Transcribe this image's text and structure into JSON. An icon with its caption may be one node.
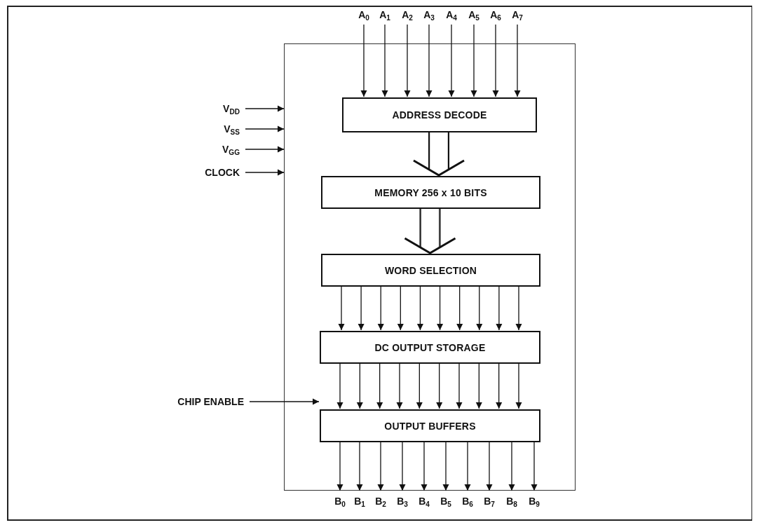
{
  "diagram": {
    "nodes": [
      {
        "text": [
          "A$_{0}$"
        ]
      },
      {
        "text": [
          "A$_{1}$"
        ]
      },
      {
        "text": [
          "A$_{2}$"
        ]
      },
      {
        "text": [
          "A$_{3}$"
        ]
      },
      {
        "text": [
          "A$_{4}$"
        ]
      },
      {
        "text": [
          "A$_{5}$"
        ]
      },
      {
        "text": [
          "A$_{6}$"
        ]
      },
      {
        "text": [
          "A$_{7}$"
        ]
      },
      {
        "text": [
          "V$_{DD}$"
        ]
      },
      {
        "text": [
          "V$_{SS}$"
        ]
      },
      {
        "text": [
          "V$_{GG}$"
        ]
      },
      {
        "text": [
          "CLOCK"
        ]
      },
      {
        "text": [],
        "shape": "box"
      },
      {
        "text": [
          "ADDRESS DECODE"
        ],
        "in": 12
      },
      {
        "text": [
          "MEMORY 256 x 10 BITS"
        ],
        "in": 12
      },
      {
        "text": [
          "WORD SELECTION"
        ],
        "in": 12
      },
      {
        "text": [
          "DC OUTPUT STORAGE"
        ],
        "in": 12
      },
      {
        "text": [
          "CHIP ENABLE"
        ]
      },
      {
        "text": [
          "OUTPUT BUFFERS"
        ],
        "in": 12
      },
      {
        "text": [
          "B$_{0}$"
        ]
      },
      {
        "text": [
          "B$_{1}$"
        ]
      },
      {
        "text": [
          "B$_{2}$"
        ]
      },
      {
        "text": [
          "B$_{3}$"
        ]
      },
      {
        "text": [
          "B$_{4}$"
        ]
      },
      {
        "text": [
          "B$_{5}$"
        ]
      },
      {
        "text": [
          "B$_{6}$"
        ]
      },
      {
        "text": [
          "B$_{7}$"
        ]
      },
      {
        "text": [
          "B$_{8}$"
        ]
      },
      {
        "text": [
          "B$_{9}$"
        ]
      }
    ],
    "edges": [
      {
        "from": 0,
        "to": 13,
        "arrow": "to"
      },
      {
        "from": 1,
        "to": 13,
        "arrow": "to"
      },
      {
        "from": 2,
        "to": 13,
        "arrow": "to"
      },
      {
        "from": 3,
        "to": 13,
        "arrow": "to"
      },
      {
        "from": 4,
        "to": 13,
        "arrow": "to"
      },
      {
        "from": 5,
        "to": 13,
        "arrow": "to"
      },
      {
        "from": 6,
        "to": 13,
        "arrow": "to"
      },
      {
        "from": 7,
        "to": 13,
        "arrow": "to"
      },
      {
        "from": 8,
        "to": 12,
        "arrow": "to"
      },
      {
        "from": 9,
        "to": 12,
        "arrow": "to"
      },
      {
        "from": 10,
        "to": 12,
        "arrow": "to"
      },
      {
        "from": 11,
        "to": 12,
        "arrow": "to"
      },
      {
        "from": 13,
        "to": 14,
        "arrow": "to",
        "style": "thick"
      },
      {
        "from": 14,
        "to": 15,
        "arrow": "to",
        "style": "thick"
      },
      {
        "from": 15,
        "to": 16,
        "arrow": "to"
      },
      {
        "from": 15,
        "to": 16,
        "arrow": "to"
      },
      {
        "from": 15,
        "to": 16,
        "arrow": "to"
      },
      {
        "from": 15,
        "to": 16,
        "arrow": "to"
      },
      {
        "from": 15,
        "to": 16,
        "arrow": "to"
      },
      {
        "from": 15,
        "to": 16,
        "arrow": "to"
      },
      {
        "from": 15,
        "to": 16,
        "arrow": "to"
      },
      {
        "from": 15,
        "to": 16,
        "arrow": "to"
      },
      {
        "from": 15,
        "to": 16,
        "arrow": "to"
      },
      {
        "from": 15,
        "to": 16,
        "arrow": "to"
      },
      {
        "from": 16,
        "to": 18,
        "arrow": "to"
      },
      {
        "from": 16,
        "to": 18,
        "arrow": "to"
      },
      {
        "from": 16,
        "to": 18,
        "arrow": "to"
      },
      {
        "from": 16,
        "to": 18,
        "arrow": "to"
      },
      {
        "from": 16,
        "to": 18,
        "arrow": "to"
      },
      {
        "from": 16,
        "to": 18,
        "arrow": "to"
      },
      {
        "from": 16,
        "to": 18,
        "arrow": "to"
      },
      {
        "from": 16,
        "to": 18,
        "arrow": "to"
      },
      {
        "from": 16,
        "to": 18,
        "arrow": "to"
      },
      {
        "from": 16,
        "to": 18,
        "arrow": "to"
      },
      {
        "from": 17,
        "to": 18,
        "arrow": "to"
      },
      {
        "from": 18,
        "to": 19,
        "arrow": "to"
      },
      {
        "from": 18,
        "to": 20,
        "arrow": "to"
      },
      {
        "from": 18,
        "to": 21,
        "arrow": "to"
      },
      {
        "from": 18,
        "to": 22,
        "arrow": "to"
      },
      {
        "from": 18,
        "to": 23,
        "arrow": "to"
      },
      {
        "from": 18,
        "to": 24,
        "arrow": "to"
      },
      {
        "from": 18,
        "to": 25,
        "arrow": "to"
      },
      {
        "from": 18,
        "to": 26,
        "arrow": "to"
      },
      {
        "from": 18,
        "to": 27,
        "arrow": "to"
      },
      {
        "from": 18,
        "to": 28,
        "arrow": "to"
      }
    ]
  }
}
